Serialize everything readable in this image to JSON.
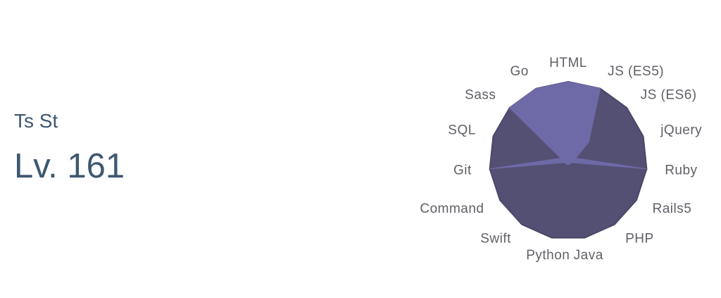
{
  "profile": {
    "name": "Ts St",
    "level": "Lv. 161"
  },
  "colors": {
    "outer_fill": "#535073",
    "skill_fill": "#6e6aa8",
    "outer_stroke": "#4a4766",
    "text": "#3d5870",
    "label": "#5f5f66"
  },
  "chart_data": {
    "type": "radar",
    "categories": [
      "HTML",
      "JS (ES5)",
      "JS (ES6)",
      "jQuery",
      "Ruby",
      "Rails5",
      "PHP",
      "Java",
      "Python",
      "Swift",
      "Command",
      "Git",
      "SQL",
      "Sass",
      "Go"
    ],
    "values": [
      1.0,
      1.0,
      0.35,
      0.1,
      1.0,
      0.05,
      0.05,
      0.05,
      0.05,
      0.05,
      0.05,
      1.0,
      0.1,
      1.0,
      1.0
    ],
    "max": 1.0,
    "grid": false,
    "legend": "none"
  }
}
